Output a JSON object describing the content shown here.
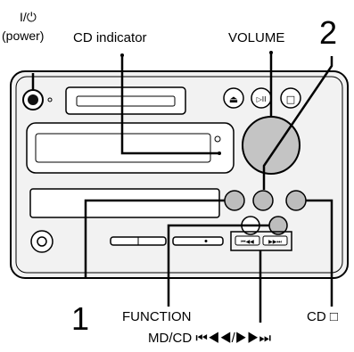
{
  "labels": {
    "power_symbol": "I/⏻",
    "power_word": "(power)",
    "cd_indicator": "CD indicator",
    "volume": "VOLUME",
    "step_2": "2",
    "step_1": "1",
    "function": "FUNCTION",
    "cd_button": "CD □",
    "md_cd_skip": "MD/CD ⏮◀◀/▶▶⏭"
  },
  "device_symbols": {
    "eject": "⏏",
    "play_pause": "▷II",
    "stop": "□",
    "skip_back": "⏮◀◀",
    "skip_fwd": "▶▶⏭"
  },
  "colors": {
    "panel_fill": "#f2f2f2",
    "outline": "#000000",
    "knob_gray": "#c4c4c4",
    "button_gray": "#bdbdbd"
  }
}
